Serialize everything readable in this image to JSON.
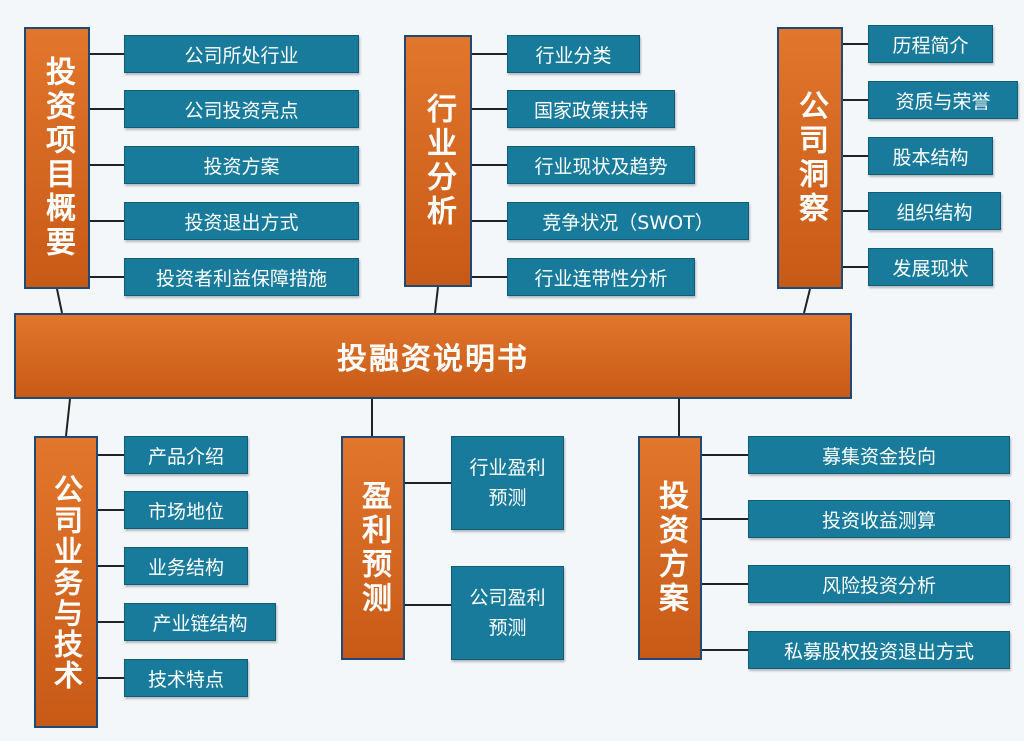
{
  "center": {
    "label": "投融资说明书"
  },
  "groups": [
    {
      "title": "投资项目概要",
      "items": [
        "公司所处行业",
        "公司投资亮点",
        "投资方案",
        "投资退出方式",
        "投资者利益保障措施"
      ]
    },
    {
      "title": "行业分析",
      "items": [
        "行业分类",
        "国家政策扶持",
        "行业现状及趋势",
        "竞争状况（SWOT）",
        "行业连带性分析"
      ]
    },
    {
      "title": "公司洞察",
      "items": [
        "历程简介",
        "资质与荣誉",
        "股本结构",
        "组织结构",
        "发展现状"
      ]
    },
    {
      "title": "公司业务与技术",
      "items": [
        "产品介绍",
        "市场地位",
        "业务结构",
        "产业链结构",
        "技术特点"
      ]
    },
    {
      "title": "盈利预测",
      "items": [
        "行业盈利预测",
        "公司盈利预测"
      ]
    },
    {
      "title": "投资方案",
      "items": [
        "募集资金投向",
        "投资收益测算",
        "风险投资分析",
        "私募股权投资退出方式"
      ]
    }
  ],
  "colors": {
    "orange": "#d8661f",
    "teal": "#187b9c",
    "border": "#1e4a7a",
    "background": "#f4f7fa",
    "line": "#222222"
  }
}
